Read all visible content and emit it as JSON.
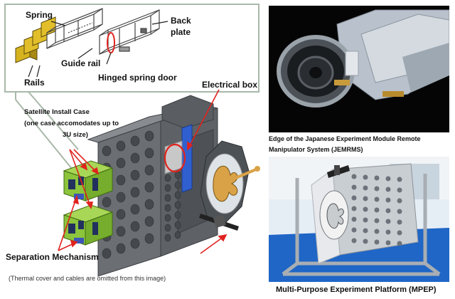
{
  "inset": {
    "spring": "Spring",
    "back_plate_line1": "Back",
    "back_plate_line2": "plate",
    "guide_rail": "Guide rail",
    "hinged_spring_door": "Hinged spring door",
    "rails": "Rails"
  },
  "main": {
    "electrical_box": "Electrical box",
    "install_case_line1": "Satellite Install Case",
    "install_case_line2": "(one case accomodates up to",
    "install_case_line3": "3U size)",
    "separation_mechanism": "Separation Mechanism",
    "footnote": "(Thermal cover and cables are omitted from this image)"
  },
  "photos": {
    "jemrms_caption_line1": "Edge of the Japanese Experiment Module Remote",
    "jemrms_caption_line2": "Manipulator System (JEMRMS)",
    "mpep_caption": "Multi-Purpose Experiment Platform (MPEP)"
  },
  "colors": {
    "label_red": "#e0231e",
    "case_green": "#8cc43c",
    "inset_border": "#a9b8a9",
    "panel_gray": "#5e6266"
  }
}
